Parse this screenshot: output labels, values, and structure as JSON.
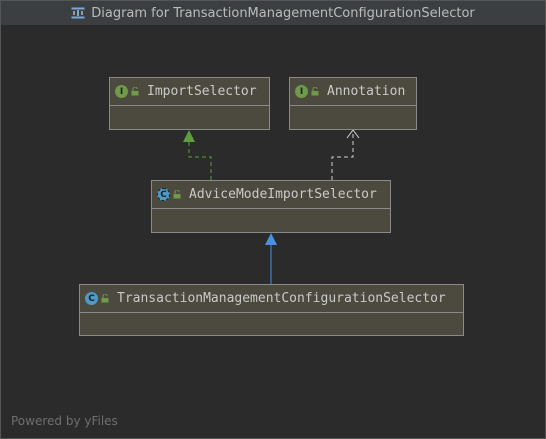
{
  "window": {
    "title": "Diagram for TransactionManagementConfigurationSelector"
  },
  "diagram": {
    "nodes": [
      {
        "id": "import-selector",
        "label": "ImportSelector",
        "kind": "interface",
        "badge": "I"
      },
      {
        "id": "annotation",
        "label": "Annotation",
        "kind": "interface",
        "badge": "I"
      },
      {
        "id": "advice-mode-import-selector",
        "label": "AdviceModeImportSelector",
        "kind": "abstract-class",
        "badge": "C"
      },
      {
        "id": "transaction-management-configuration-selector",
        "label": "TransactionManagementConfigurationSelector",
        "kind": "class",
        "badge": "C"
      }
    ],
    "edges": [
      {
        "from": "advice-mode-import-selector",
        "to": "import-selector",
        "type": "implements"
      },
      {
        "from": "advice-mode-import-selector",
        "to": "annotation",
        "type": "dependency"
      },
      {
        "from": "transaction-management-configuration-selector",
        "to": "advice-mode-import-selector",
        "type": "extends"
      }
    ]
  },
  "footer": {
    "text": "Powered by yFiles"
  },
  "colors": {
    "background": "#2b2b2b",
    "node_fill": "#4c4a3e",
    "implements_edge": "#5c9e3c",
    "extends_edge": "#4a8fe0",
    "dependency_edge": "#d0d0d0"
  }
}
